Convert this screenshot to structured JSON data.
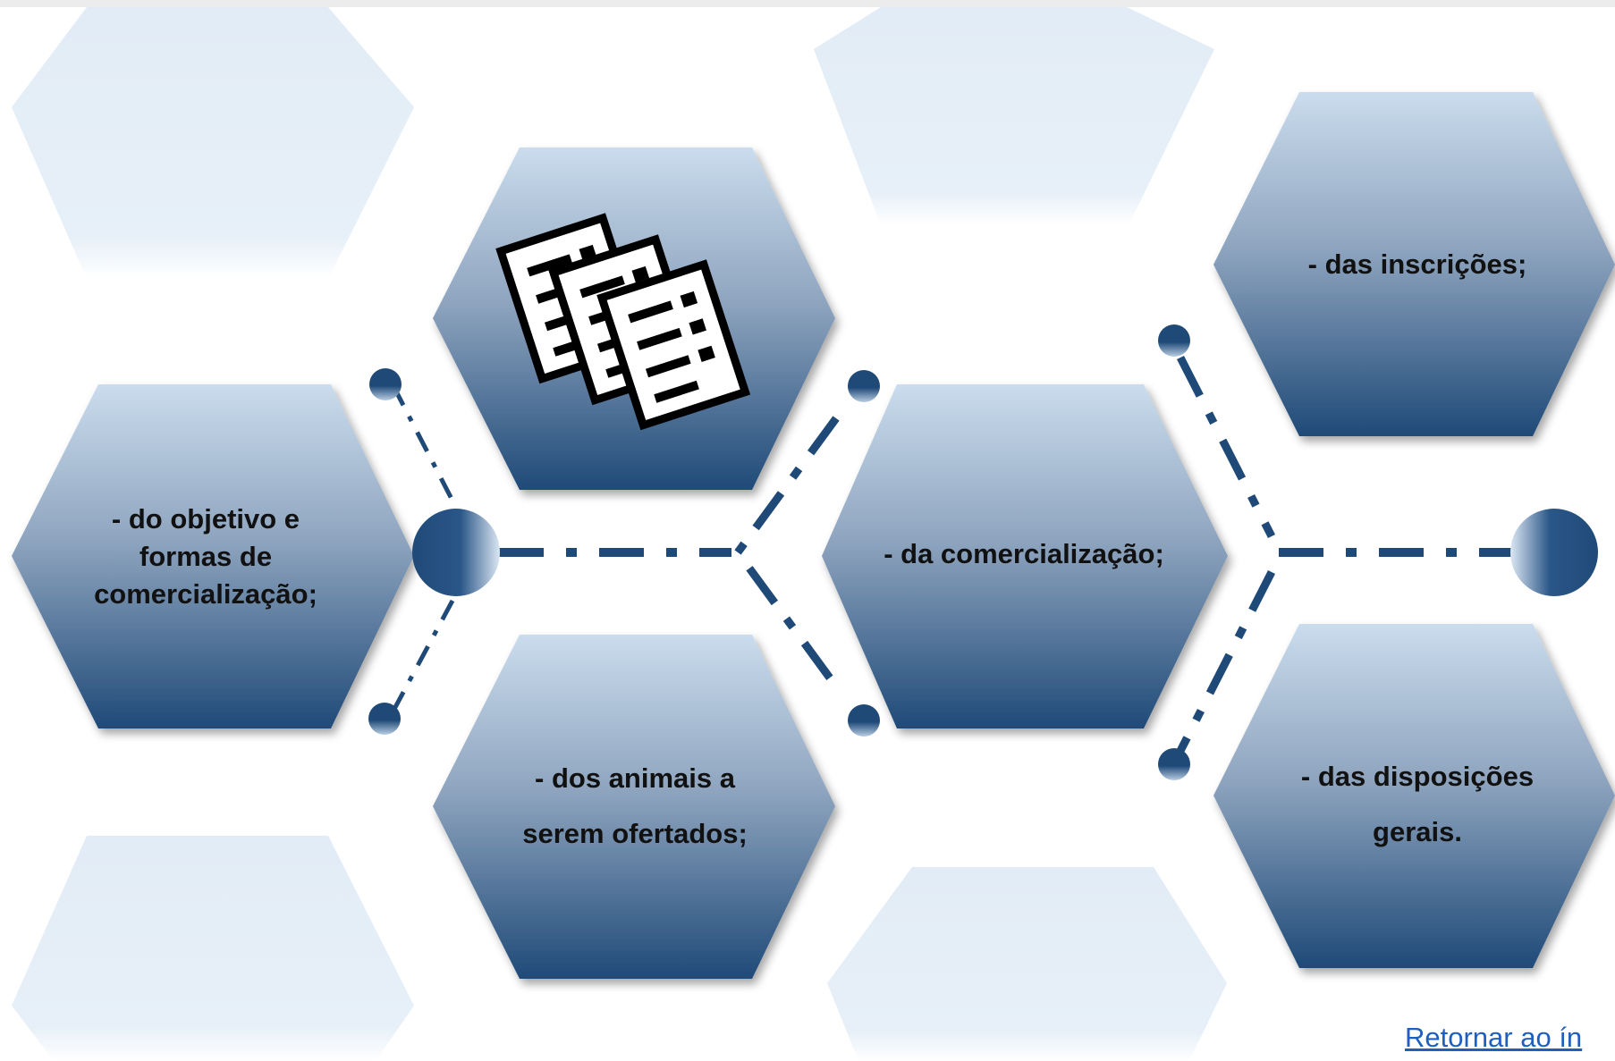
{
  "hexagons": [
    {
      "id": "objetivo",
      "lines": [
        "- do objetivo e",
        "formas de",
        "comercialização;"
      ]
    },
    {
      "id": "animais",
      "lines": [
        "- dos animais a",
        "serem ofertados;"
      ]
    },
    {
      "id": "comercializacao",
      "lines": [
        "- da comercialização;"
      ]
    },
    {
      "id": "inscricoes",
      "lines": [
        "- das inscrições;"
      ]
    },
    {
      "id": "disposicoes",
      "lines": [
        "- das disposições",
        "gerais."
      ]
    }
  ],
  "icon": "documents-icon",
  "links": {
    "return_label": "Retornar ao ín"
  },
  "colors": {
    "gradient_top": "#c9dcec",
    "gradient_bottom": "#1f4a78",
    "faded_hex": "#e4eef7",
    "connector": "#1f4a78"
  }
}
